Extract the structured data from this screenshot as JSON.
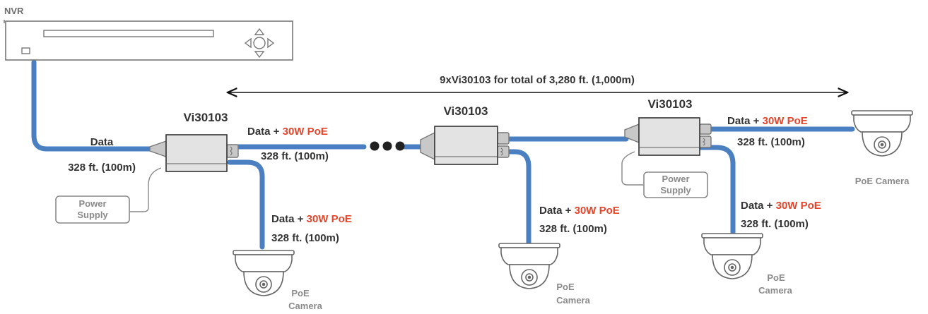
{
  "nvr": {
    "label": "NVR"
  },
  "span": {
    "label": "9xVi30103 for total of 3,280 ft. (1,000m)"
  },
  "device_label": "Vi30103",
  "uplink": {
    "data": "Data",
    "distance": "328 ft. (100m)"
  },
  "poe_link": {
    "prefix": "Data + ",
    "power": "30W PoE",
    "distance": "328 ft. (100m)"
  },
  "power_supply": {
    "line1": "Power",
    "line2": "Supply"
  },
  "camera": {
    "line1": "PoE",
    "line2": "Camera",
    "single": "PoE Camera"
  },
  "colors": {
    "cable": "#4a7fc1",
    "accent": "#e5452b",
    "text": "#333333",
    "muted": "#8a8a8a",
    "device_fill": "#e3e3e3"
  }
}
